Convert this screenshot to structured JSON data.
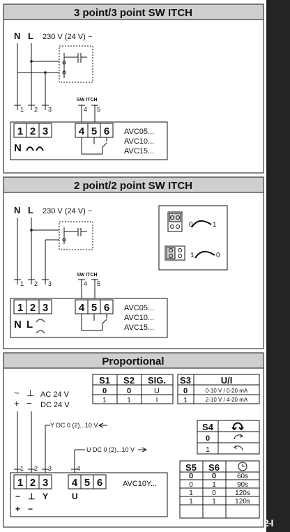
{
  "section1": {
    "title": "3 point/3 point SW ITCH",
    "supply": "230 V (24 V) ~",
    "n_label": "N",
    "l_label": "L",
    "wire_nums": [
      "1",
      "2",
      "3"
    ],
    "sw_label": "SW ITCH",
    "sw_wires": [
      "4",
      "5"
    ],
    "terminals": [
      "1",
      "2",
      "3",
      "4",
      "5",
      "6"
    ],
    "bottom_n": "N",
    "models": [
      "AVC05...",
      "AVC10...",
      "AVC15..."
    ]
  },
  "section2": {
    "title": "2 point/2 point SW ITCH",
    "supply": "230 V (24 V) ~",
    "n_label": "N",
    "l_label": "L",
    "wire_nums": [
      "1",
      "2",
      "3"
    ],
    "sw_label": "SW ITCH",
    "sw_wires": [
      "4",
      "5"
    ],
    "terminals": [
      "1",
      "2",
      "3",
      "4",
      "5",
      "6"
    ],
    "bottom_n": "N",
    "bottom_l": "L",
    "models": [
      "AVC05...",
      "AVC10...",
      "AVC15..."
    ],
    "jumper_pos1": {
      "from": "0",
      "to": "1"
    },
    "jumper_pos2": {
      "from": "1",
      "to": "0"
    }
  },
  "section3": {
    "title": "Proportional",
    "supply_ac_sym": "~",
    "supply_dc_sym": "+",
    "ground_sym": "⊥",
    "minus_sym": "−",
    "ac_label": "AC 24 V",
    "dc_label": "DC 24 V",
    "y_signal": "Y DC 0 (2)...10 V",
    "u_signal": "U DC 0 (2)...10 V",
    "wire_nums": [
      "1",
      "2",
      "3",
      "4"
    ],
    "terminals": [
      "1",
      "2",
      "3",
      "4",
      "5",
      "6"
    ],
    "bottom_labels": [
      "~",
      "⊥",
      "Y",
      "U"
    ],
    "bottom_labels2": [
      "+",
      "−"
    ],
    "model": "AVC10Y...",
    "s_table": {
      "headers": [
        "S1",
        "S2",
        "SIG."
      ],
      "rows": [
        [
          "0",
          "0",
          "U"
        ],
        [
          "1",
          "1",
          "I"
        ]
      ]
    },
    "s3_table": {
      "headers": [
        "S3",
        "U/I"
      ],
      "rows": [
        [
          "0",
          "0-10 V / 0-20 mA"
        ],
        [
          "1",
          "2-10 V / 4-20 mA"
        ]
      ]
    },
    "s4_table": {
      "headers": [
        "S4"
      ],
      "rows": [
        [
          "0"
        ],
        [
          "1"
        ]
      ]
    },
    "s5_table": {
      "headers": [
        "S5",
        "S6"
      ],
      "rows": [
        [
          "0",
          "0",
          "60s"
        ],
        [
          "0",
          "1",
          "90s"
        ],
        [
          "1",
          "0",
          "120s"
        ],
        [
          "1",
          "1",
          "120s"
        ]
      ]
    }
  },
  "page_label": "2-I"
}
